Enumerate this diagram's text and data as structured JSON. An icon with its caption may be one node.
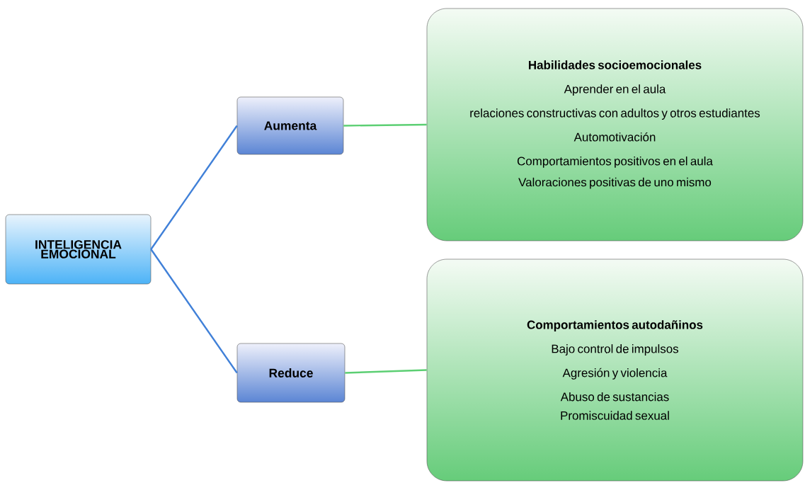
{
  "diagram": {
    "nodes": [
      {
        "text": [
          "INTELIGENCIA EMOCIONAL"
        ]
      },
      {
        "text": [
          "Aumenta"
        ]
      },
      {
        "text": [
          "Habilidades socioemocionales",
          "Aprender en el aula",
          "relaciones constructivas con adultos y otros estudiantes",
          "Automotivación",
          "Comportamientos positivos en el aula",
          "Valoraciones positivas de uno mismo"
        ]
      },
      {
        "text": [
          "Reduce"
        ]
      },
      {
        "text": [
          "Comportamientos autodañinos",
          "Bajo control de impulsos",
          "Agresión y violencia",
          "Abuso de sustancias",
          "Promiscuidad sexual"
        ]
      }
    ],
    "edges": [
      {
        "from": 0,
        "to": 1,
        "arrow": "none",
        "color": "#4080d8"
      },
      {
        "from": 1,
        "to": 2,
        "arrow": "none",
        "color": "#5ccf73"
      },
      {
        "from": 0,
        "to": 3,
        "arrow": "none",
        "color": "#4080d8"
      },
      {
        "from": 3,
        "to": 4,
        "arrow": "none",
        "color": "#5ccf73"
      }
    ]
  }
}
